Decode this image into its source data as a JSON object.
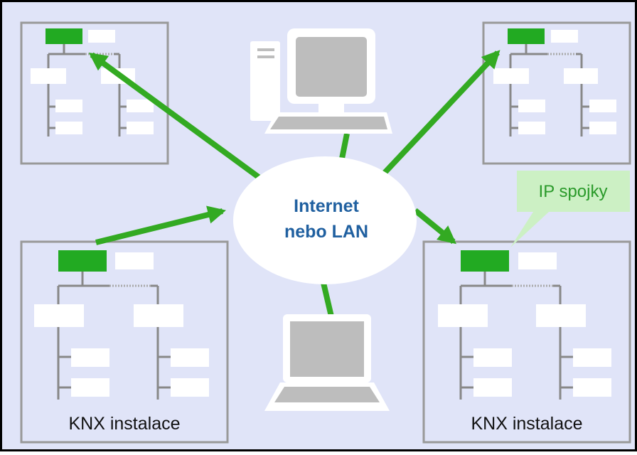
{
  "cloud": {
    "line1": "Internet",
    "line2": "nebo LAN"
  },
  "callout": {
    "label": "IP spojky"
  },
  "installations": [
    {
      "label": ""
    },
    {
      "label": ""
    },
    {
      "label": "KNX instalace"
    },
    {
      "label": "KNX instalace"
    }
  ],
  "colors": {
    "background": "#e0e4f8",
    "frame": "#000000",
    "panel_border": "#999999",
    "tree_line": "#888888",
    "device": "#ffffff",
    "ip_coupler": "#22aa22",
    "connection": "#33aa22",
    "cloud": "#ffffff",
    "cloud_text": "#2060a0",
    "callout_bg": "#ccf0c4",
    "callout_text": "#2a9a2a",
    "computer_grey": "#bdbdbd"
  },
  "icons": [
    "desktop-computer-icon",
    "laptop-icon"
  ]
}
